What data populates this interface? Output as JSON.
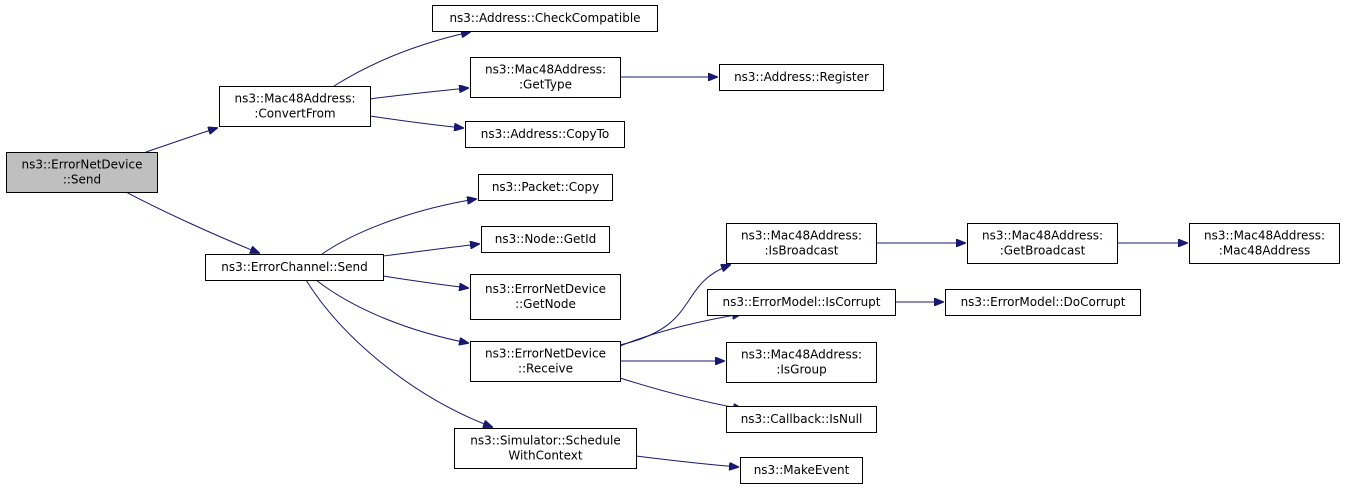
{
  "diagram": {
    "edge_color": "#191970",
    "root_fill": "#bfbfbf",
    "nodes": [
      {
        "id": "send_root",
        "lines": [
          "ns3::ErrorNetDevice",
          "::Send"
        ],
        "root": true
      },
      {
        "id": "convertfrom",
        "lines": [
          "ns3::Mac48Address:",
          ":ConvertFrom"
        ]
      },
      {
        "id": "checkcompat",
        "lines": [
          "ns3::Address::CheckCompatible"
        ]
      },
      {
        "id": "gettype",
        "lines": [
          "ns3::Mac48Address:",
          ":GetType"
        ]
      },
      {
        "id": "register",
        "lines": [
          "ns3::Address::Register"
        ]
      },
      {
        "id": "copyto",
        "lines": [
          "ns3::Address::CopyTo"
        ]
      },
      {
        "id": "chansend",
        "lines": [
          "ns3::ErrorChannel::Send"
        ]
      },
      {
        "id": "packetcopy",
        "lines": [
          "ns3::Packet::Copy"
        ]
      },
      {
        "id": "getid",
        "lines": [
          "ns3::Node::GetId"
        ]
      },
      {
        "id": "getnode",
        "lines": [
          "ns3::ErrorNetDevice",
          "::GetNode"
        ]
      },
      {
        "id": "receive",
        "lines": [
          "ns3::ErrorNetDevice",
          "::Receive"
        ]
      },
      {
        "id": "schedule",
        "lines": [
          "ns3::Simulator::Schedule",
          "WithContext"
        ]
      },
      {
        "id": "makeevent",
        "lines": [
          "ns3::MakeEvent"
        ]
      },
      {
        "id": "isbroadcast",
        "lines": [
          "ns3::Mac48Address:",
          ":IsBroadcast"
        ]
      },
      {
        "id": "getbroadcast",
        "lines": [
          "ns3::Mac48Address:",
          ":GetBroadcast"
        ]
      },
      {
        "id": "mac48ctor",
        "lines": [
          "ns3::Mac48Address:",
          ":Mac48Address"
        ]
      },
      {
        "id": "iscorrupt",
        "lines": [
          "ns3::ErrorModel::IsCorrupt"
        ]
      },
      {
        "id": "docorrupt",
        "lines": [
          "ns3::ErrorModel::DoCorrupt"
        ]
      },
      {
        "id": "isgroup",
        "lines": [
          "ns3::Mac48Address:",
          ":IsGroup"
        ]
      },
      {
        "id": "isnull",
        "lines": [
          "ns3::Callback::IsNull"
        ]
      }
    ],
    "edges": [
      {
        "from": "send_root",
        "to": "convertfrom"
      },
      {
        "from": "send_root",
        "to": "chansend"
      },
      {
        "from": "convertfrom",
        "to": "checkcompat"
      },
      {
        "from": "convertfrom",
        "to": "gettype"
      },
      {
        "from": "convertfrom",
        "to": "copyto"
      },
      {
        "from": "gettype",
        "to": "register"
      },
      {
        "from": "chansend",
        "to": "packetcopy"
      },
      {
        "from": "chansend",
        "to": "getid"
      },
      {
        "from": "chansend",
        "to": "getnode"
      },
      {
        "from": "chansend",
        "to": "receive"
      },
      {
        "from": "chansend",
        "to": "schedule"
      },
      {
        "from": "receive",
        "to": "isbroadcast"
      },
      {
        "from": "receive",
        "to": "iscorrupt"
      },
      {
        "from": "receive",
        "to": "isgroup"
      },
      {
        "from": "receive",
        "to": "isnull"
      },
      {
        "from": "isbroadcast",
        "to": "getbroadcast"
      },
      {
        "from": "getbroadcast",
        "to": "mac48ctor"
      },
      {
        "from": "iscorrupt",
        "to": "docorrupt"
      },
      {
        "from": "schedule",
        "to": "makeevent"
      }
    ]
  }
}
